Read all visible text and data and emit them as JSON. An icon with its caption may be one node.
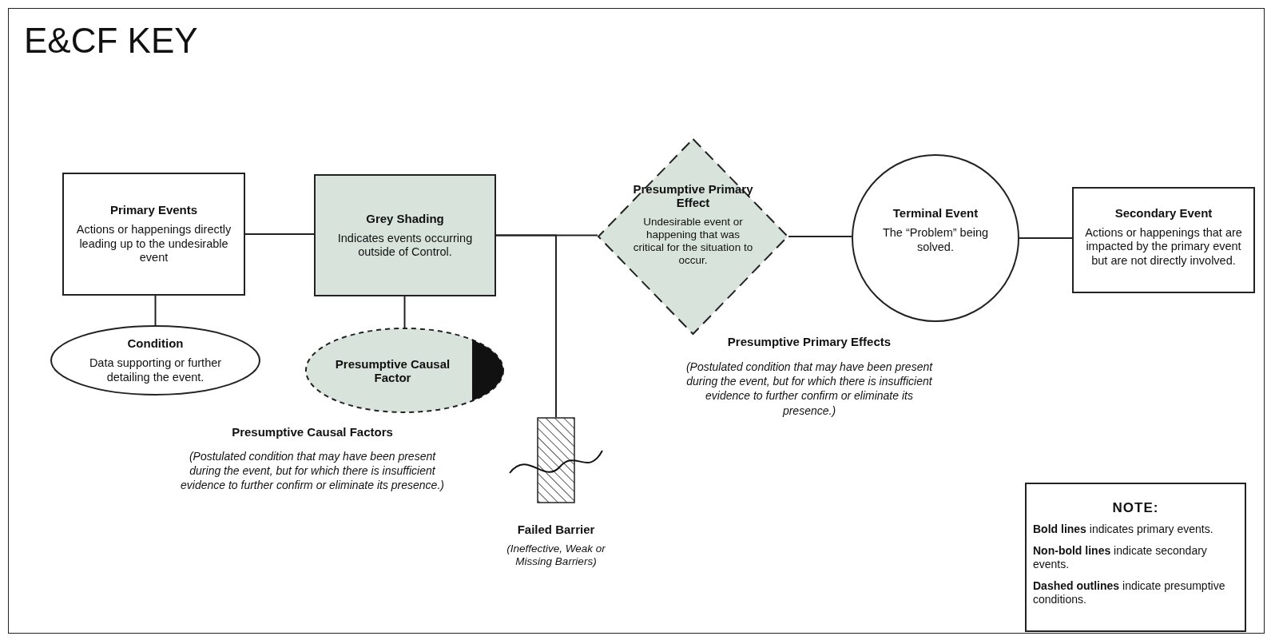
{
  "diagram": {
    "title": "E&CF KEY",
    "nodes": [
      {
        "text": [
          "Primary Events",
          "Actions or happenings directly leading up to the undesirable event"
        ]
      },
      {
        "text": [
          "Grey Shading",
          "Indicates events occurring outside of Control."
        ]
      },
      {
        "text": [
          "Presumptive Primary Effect",
          "Undesirable event or happening that was critical for the situation to occur."
        ]
      },
      {
        "text": [
          "Terminal Event",
          "The “Problem” being solved."
        ]
      },
      {
        "text": [
          "Secondary Event",
          "Actions or happenings that are impacted by the primary event but are not directly involved."
        ]
      },
      {
        "text": [
          "Condition",
          "Data supporting or further detailing the event."
        ]
      },
      {
        "text": [
          "Presumptive Causal Factor"
        ]
      },
      {
        "text": [
          "Failed Barrier",
          "(Ineffective, Weak or Missing Barriers)"
        ]
      },
      {
        "text": [
          "NOTE:",
          "**Bold lines** indicates primary events.",
          "**Non-bold lines** indicate secondary events.",
          "**Dashed outlines** indicate presumptive conditions."
        ]
      }
    ],
    "edges": [
      {
        "from": 0,
        "to": 1,
        "arrow": "none"
      },
      {
        "from": 1,
        "to": 2,
        "arrow": "none"
      },
      {
        "from": 1,
        "to": 7,
        "arrow": "none"
      },
      {
        "from": 2,
        "to": 3,
        "arrow": "none"
      },
      {
        "from": 3,
        "to": 4,
        "arrow": "none"
      },
      {
        "from": 0,
        "to": 5,
        "arrow": "none"
      },
      {
        "from": 1,
        "to": 6,
        "arrow": "none"
      }
    ],
    "labels": [
      "Presumptive Causal Factors",
      "(Postulated condition that may have been present during the event, but for which there is insufficient evidence to further confirm or eliminate its presence.)",
      "Presumptive Primary Effects",
      "(Postulated condition that may have been present during the event, but for which there is insufficient evidence to further confirm or eliminate its presence.)"
    ]
  }
}
